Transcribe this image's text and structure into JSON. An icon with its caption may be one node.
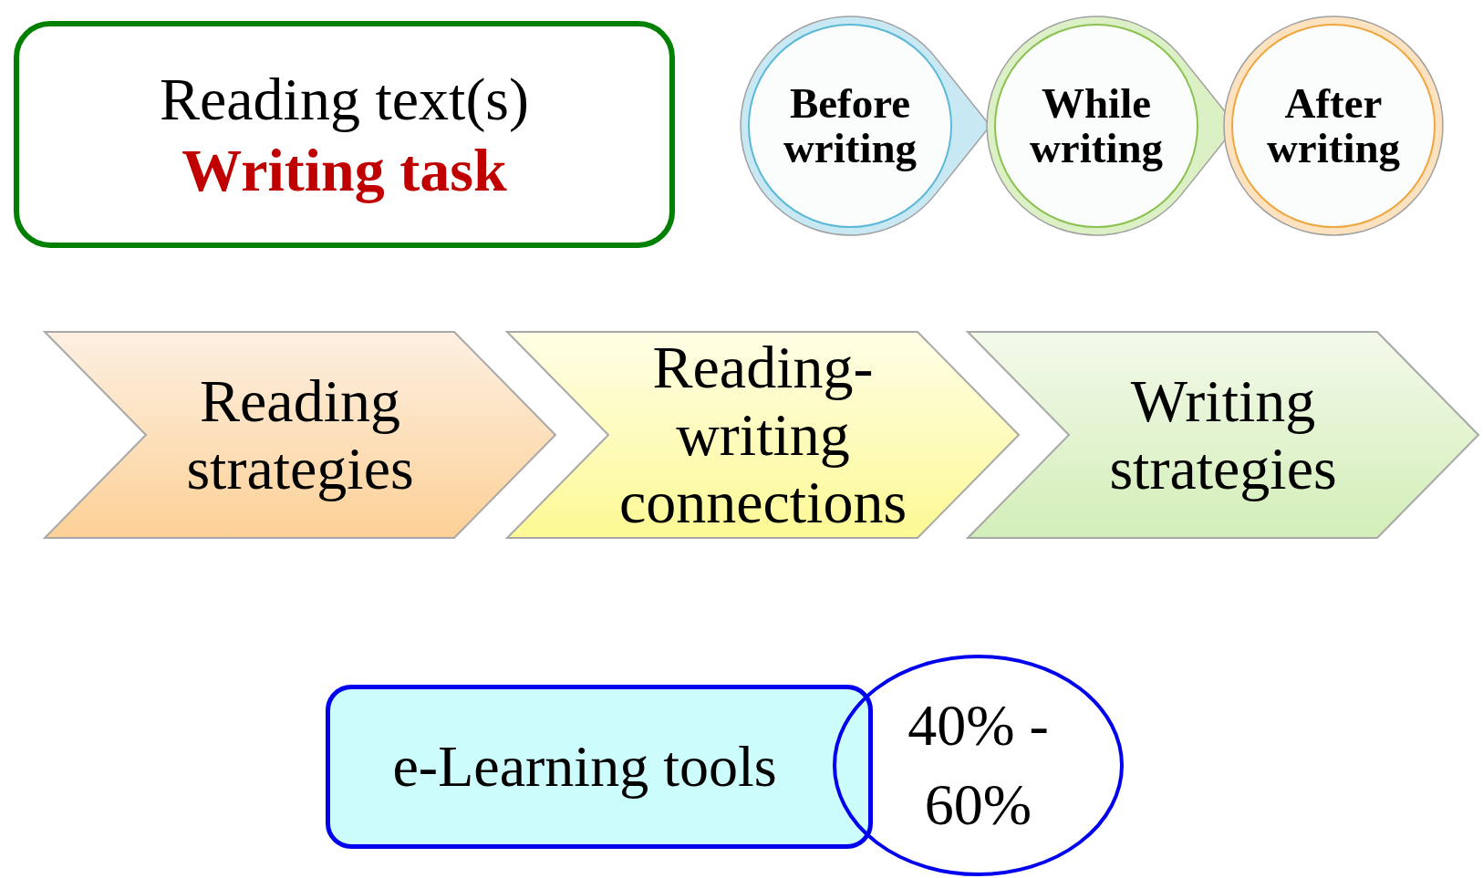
{
  "diagram": {
    "nodes": [
      {
        "text": [
          "Reading text(s)",
          "Writing task"
        ]
      },
      {
        "text": [
          "Before writing"
        ]
      },
      {
        "text": [
          "While writing"
        ]
      },
      {
        "text": [
          "After writing"
        ]
      },
      {
        "text": [
          "Reading strategies"
        ]
      },
      {
        "text": [
          "Reading-writing connections"
        ]
      },
      {
        "text": [
          "Writing strategies"
        ]
      },
      {
        "text": [
          "e-Learning tools"
        ]
      },
      {
        "text": [
          "40% - 60%"
        ]
      }
    ]
  }
}
